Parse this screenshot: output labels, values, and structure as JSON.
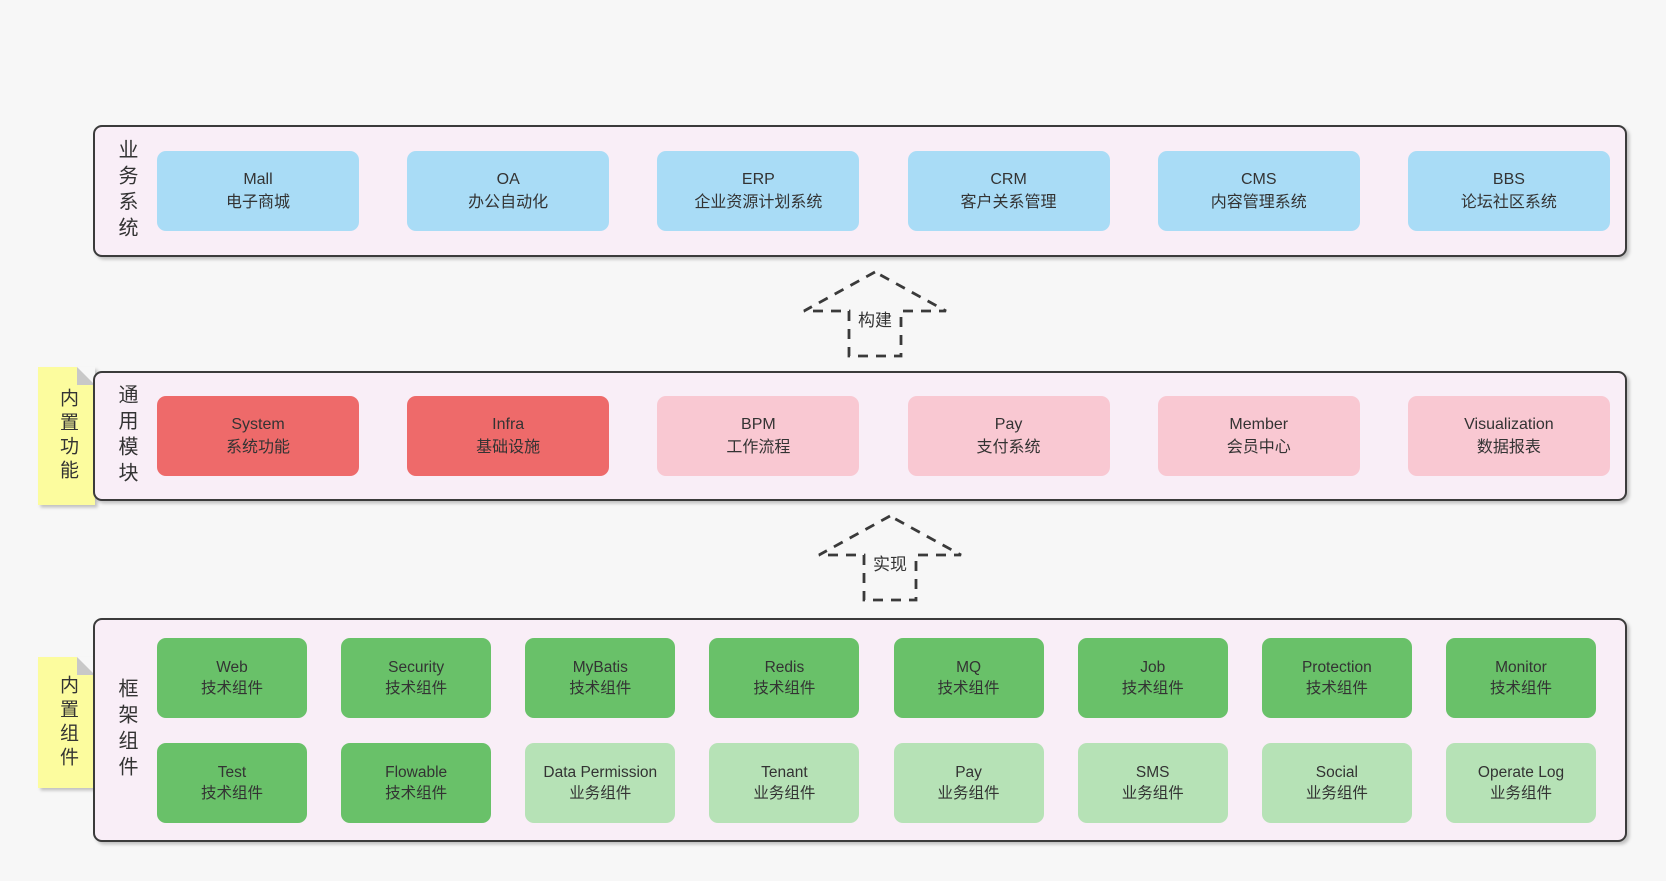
{
  "diagram": {
    "arrows": [
      {
        "label": "构建"
      },
      {
        "label": "实现"
      }
    ],
    "sections": {
      "business": {
        "label": "业务系统",
        "boxes": [
          {
            "title": "Mall",
            "subtitle": "电子商城",
            "color": "blue"
          },
          {
            "title": "OA",
            "subtitle": "办公自动化",
            "color": "blue"
          },
          {
            "title": "ERP",
            "subtitle": "企业资源计划系统",
            "color": "blue"
          },
          {
            "title": "CRM",
            "subtitle": "客户关系管理",
            "color": "blue"
          },
          {
            "title": "CMS",
            "subtitle": "内容管理系统",
            "color": "blue"
          },
          {
            "title": "BBS",
            "subtitle": "论坛社区系统",
            "color": "blue"
          }
        ]
      },
      "modules": {
        "note": "内置功能",
        "label": "通用模块",
        "boxes": [
          {
            "title": "System",
            "subtitle": "系统功能",
            "color": "red"
          },
          {
            "title": "Infra",
            "subtitle": "基础设施",
            "color": "red"
          },
          {
            "title": "BPM",
            "subtitle": "工作流程",
            "color": "pink"
          },
          {
            "title": "Pay",
            "subtitle": "支付系统",
            "color": "pink"
          },
          {
            "title": "Member",
            "subtitle": "会员中心",
            "color": "pink"
          },
          {
            "title": "Visualization",
            "subtitle": "数据报表",
            "color": "pink"
          }
        ]
      },
      "components": {
        "note": "内置组件",
        "label": "框架组件",
        "rows": [
          [
            {
              "title": "Web",
              "subtitle": "技术组件",
              "color": "green"
            },
            {
              "title": "Security",
              "subtitle": "技术组件",
              "color": "green"
            },
            {
              "title": "MyBatis",
              "subtitle": "技术组件",
              "color": "green"
            },
            {
              "title": "Redis",
              "subtitle": "技术组件",
              "color": "green"
            },
            {
              "title": "MQ",
              "subtitle": "技术组件",
              "color": "green"
            },
            {
              "title": "Job",
              "subtitle": "技术组件",
              "color": "green"
            },
            {
              "title": "Protection",
              "subtitle": "技术组件",
              "color": "green"
            },
            {
              "title": "Monitor",
              "subtitle": "技术组件",
              "color": "green"
            }
          ],
          [
            {
              "title": "Test",
              "subtitle": "技术组件",
              "color": "green"
            },
            {
              "title": "Flowable",
              "subtitle": "技术组件",
              "color": "green"
            },
            {
              "title": "Data Permission",
              "subtitle": "业务组件",
              "color": "lightgreen"
            },
            {
              "title": "Tenant",
              "subtitle": "业务组件",
              "color": "lightgreen"
            },
            {
              "title": "Pay",
              "subtitle": "业务组件",
              "color": "lightgreen"
            },
            {
              "title": "SMS",
              "subtitle": "业务组件",
              "color": "lightgreen"
            },
            {
              "title": "Social",
              "subtitle": "业务组件",
              "color": "lightgreen"
            },
            {
              "title": "Operate Log",
              "subtitle": "业务组件",
              "color": "lightgreen"
            }
          ]
        ]
      }
    },
    "colors": {
      "page-bg": "#f7f7f7",
      "panel-bg": "#f9eef7",
      "panel-border": "#3b3b3b",
      "box-blue": "#a9dcf6",
      "box-red": "#ee6a6a",
      "box-pink": "#f9c8d2",
      "box-green": "#69c169",
      "box-lightgreen": "#b6e2b6",
      "note-yellow": "#fcfc9e",
      "note-fold": "#c8c8c8",
      "text": "#333333"
    }
  }
}
